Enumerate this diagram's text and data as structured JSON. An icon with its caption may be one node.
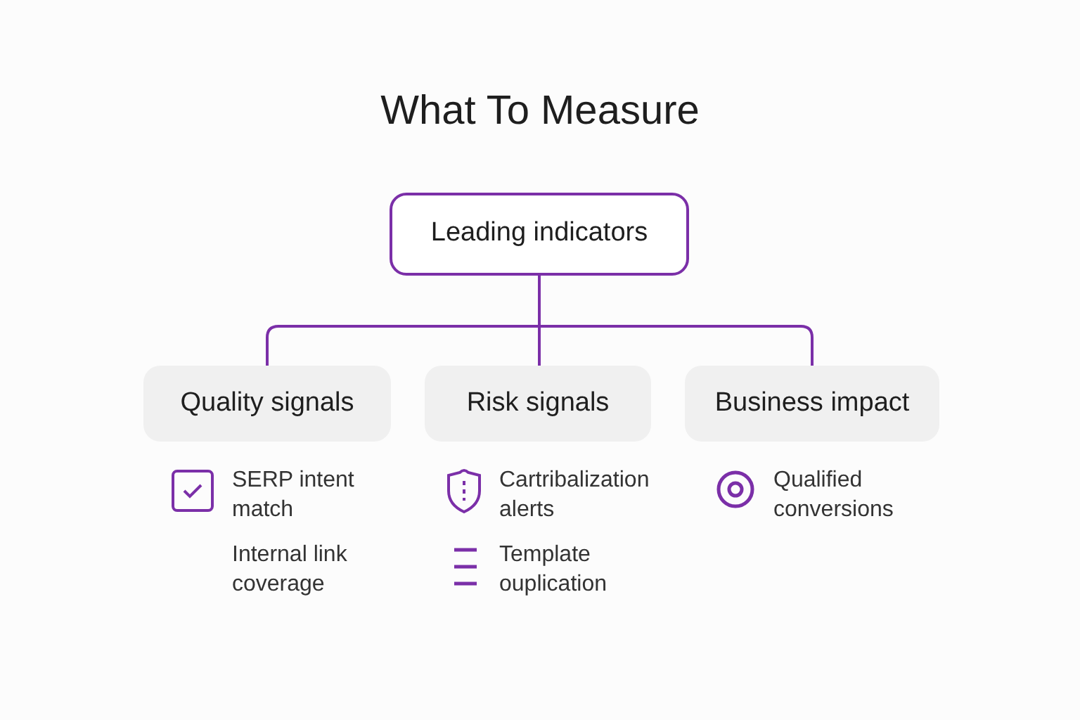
{
  "diagram": {
    "title": "What To Measure",
    "nodes": [
      {
        "text": [
          "Leading indicators"
        ]
      },
      {
        "text": [
          "Quality signals"
        ]
      },
      {
        "text": [
          "Risk signals"
        ]
      },
      {
        "text": [
          "Business impact"
        ]
      }
    ],
    "edges": [
      {
        "from": 0,
        "to": 1,
        "arrow": "none"
      },
      {
        "from": 0,
        "to": 2,
        "arrow": "none"
      },
      {
        "from": 0,
        "to": 3,
        "arrow": "none"
      }
    ],
    "labels": [
      "SERP intent match",
      "Cartribalization alerts",
      "Qualified conversions",
      "Internal link coverage",
      "Template ouplication"
    ]
  }
}
